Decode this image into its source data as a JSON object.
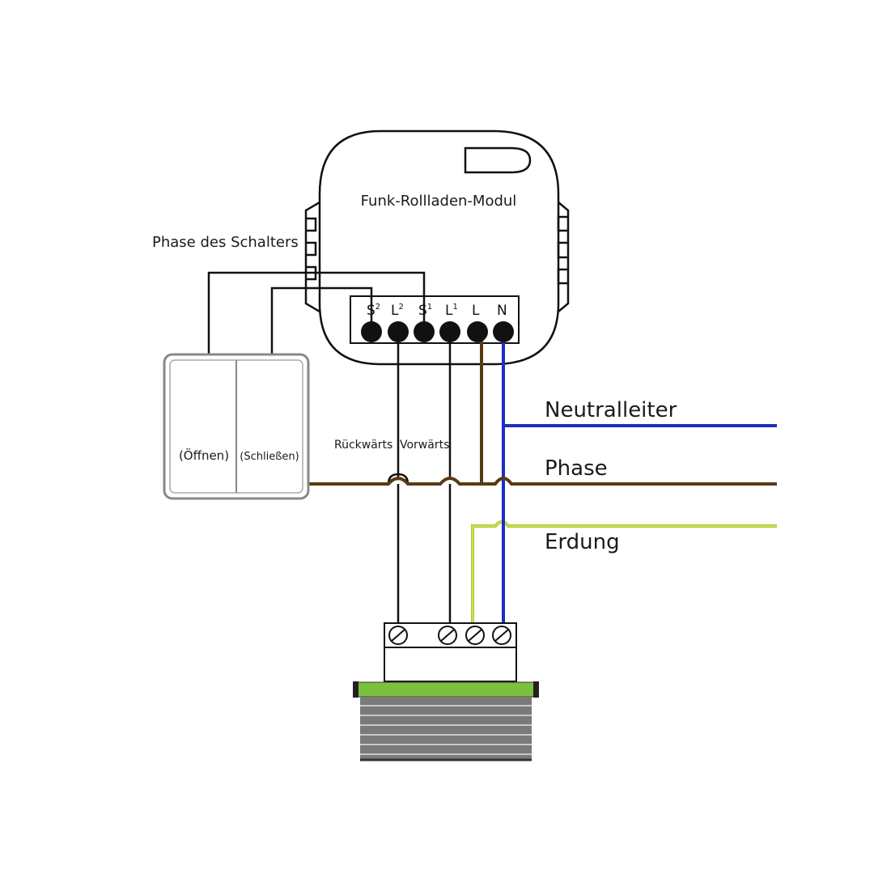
{
  "module": {
    "title": "Funk-Rollladen-Modul"
  },
  "terminals": [
    {
      "base": "S",
      "sup": "2"
    },
    {
      "base": "L",
      "sup": "2"
    },
    {
      "base": "S",
      "sup": "1"
    },
    {
      "base": "L",
      "sup": "1"
    },
    {
      "base": "L",
      "sup": ""
    },
    {
      "base": "N",
      "sup": ""
    }
  ],
  "labels": {
    "switch_phase": "Phase des Schalters",
    "open": "(Öffnen)",
    "close": "(Schließen)",
    "backward": "Rückwärts",
    "forward": "Vorwärts",
    "neutral": "Neutralleiter",
    "phase": "Phase",
    "earth": "Erdung"
  },
  "colors": {
    "neutral": "#1a2fc4",
    "phase": "#5a3a12",
    "earth_green": "#9ccc3a",
    "earth_yellow": "#e8e04a",
    "line": "#111111",
    "motor_green": "#7cc040",
    "motor_gray": "#7a7a7a"
  }
}
